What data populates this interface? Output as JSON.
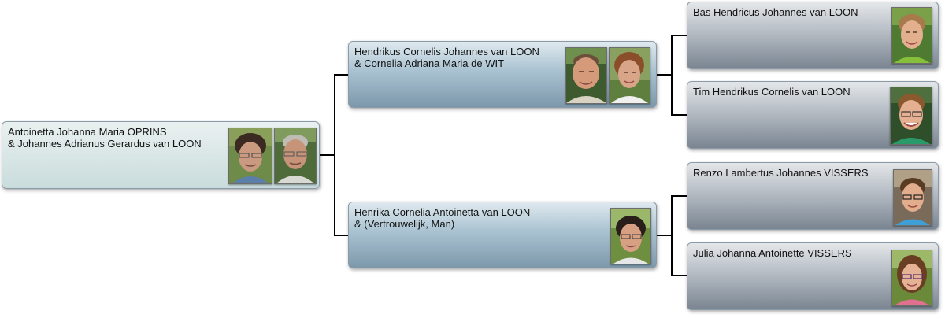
{
  "root": {
    "line1": "Antoinetta Johanna Maria OPRINS",
    "line2": "& Johannes Adrianus Gerardus van LOON"
  },
  "children": [
    {
      "line1": "Hendrikus Cornelis Johannes van LOON",
      "line2": "& Cornelia Adriana Maria de WIT"
    },
    {
      "line1": "Henrika Cornelia Antoinetta van LOON",
      "line2": "& (Vertrouwelijk, Man)"
    }
  ],
  "grandchildren": [
    {
      "name": "Bas Hendricus Johannes van LOON"
    },
    {
      "name": "Tim Hendrikus Cornelis van LOON"
    },
    {
      "name": "Renzo Lambertus Johannes VISSERS"
    },
    {
      "name": "Julia Johanna Antoinette VISSERS"
    }
  ],
  "colors": {
    "connector": "#000000",
    "root_box": "#d6e6e5",
    "child_box": "#93afc1",
    "grandchild_box": "#98a1ab"
  }
}
